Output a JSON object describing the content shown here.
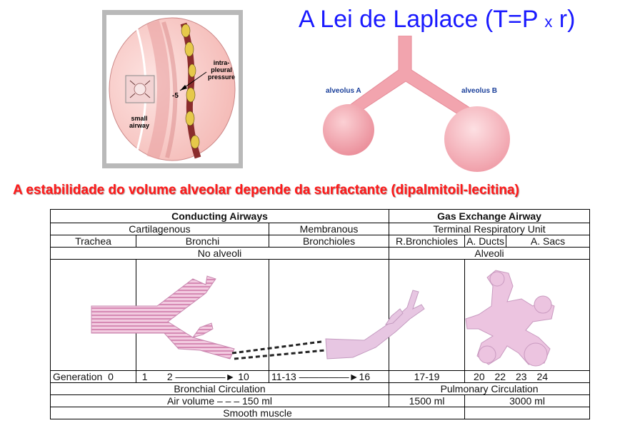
{
  "title": {
    "main": "A Lei de Laplace (T=P",
    "small": "x",
    "end": "r)"
  },
  "subtitle": "A estabilidade do volume alveolar depende da surfactante (dipalmitoil-lecitina)",
  "inset": {
    "pressure_label": [
      "intra-",
      "pleural",
      "pressure"
    ],
    "pressure_value": "-5",
    "airway_label": [
      "small",
      "airway"
    ]
  },
  "laplace": {
    "alveolus_a": "alveolus A",
    "alveolus_b": "alveolus B"
  },
  "table": {
    "header_conducting": "Conducting Airways",
    "header_gas": "Gas Exchange Airway",
    "cartilagenous": "Cartilagenous",
    "membranous": "Membranous",
    "terminal_unit": "Terminal Respiratory Unit",
    "trachea": "Trachea",
    "bronchi": "Bronchi",
    "bronchioles": "Bronchioles",
    "r_bronchioles": "R.Bronchioles",
    "a_ducts": "A. Ducts",
    "a_sacs": "A. Sacs",
    "no_alveoli": "No alveoli",
    "alveoli": "Alveoli",
    "generation_label": "Generation",
    "gen_0": "0",
    "gen_1": "1",
    "gen_2": "2",
    "gen_10": "10",
    "gen_11_13": "11-13",
    "gen_16": "16",
    "gen_17_19": "17-19",
    "gen_20": "20",
    "gen_22": "22",
    "gen_23": "23",
    "gen_24": "24",
    "bronchial_circulation": "Bronchial Circulation",
    "pulmonary_circulation": "Pulmonary Circulation",
    "air_volume": "Air volume  – – –  150 ml",
    "vol_1500": "1500 ml",
    "vol_3000": "3000 ml",
    "smooth_muscle": "Smooth muscle"
  },
  "colors": {
    "title": "#1a1aff",
    "subtitle": "#ff1a1a",
    "alveolus_label": "#1a3f9a",
    "airway_pink": "#e8b4d8",
    "alveolus_pink": "#f0a0aa"
  }
}
